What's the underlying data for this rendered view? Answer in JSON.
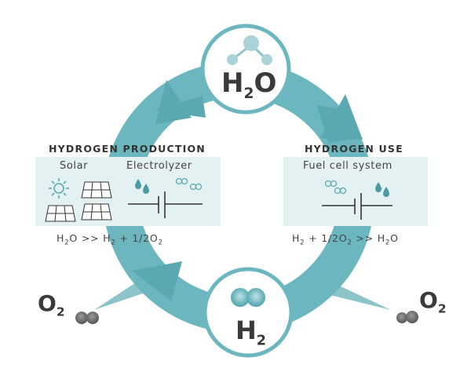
{
  "colors": {
    "ring": "#6cb7bf",
    "ring_dark": "#5aa9b2",
    "panel": "#e4f1f2",
    "node_stroke": "#6cb7bf",
    "text": "#3a3a3a",
    "molecule": "#8cc4ca",
    "oxygen": "#777777"
  },
  "top_node": {
    "formula_main": "H",
    "formula_sub": "2",
    "formula_tail": "O",
    "icon": "water-molecule-icon"
  },
  "bottom_node": {
    "formula_main": "H",
    "formula_sub": "2",
    "icon": "hydrogen-molecule-icon"
  },
  "left": {
    "title": "HYDROGEN PRODUCTION",
    "col1": "Solar",
    "col2": "Electrolyzer",
    "equation": {
      "a": "H",
      "a_sub": "2",
      "b": "O >> H",
      "b_sub": "2",
      "c": " + 1/2O",
      "c_sub": "2"
    },
    "icons": [
      "sun-icon",
      "solar-panel-icon",
      "water-drops-icon",
      "gas-bubbles-icon",
      "electrolyzer-cell-icon"
    ]
  },
  "right": {
    "title": "HYDROGEN USE",
    "col1": "Fuel cell system",
    "equation": {
      "a": "H",
      "a_sub": "2",
      "b": " + 1/2O",
      "b_sub": "2",
      "c": " >> H",
      "c_sub": "2",
      "d": "O"
    },
    "icons": [
      "gas-bubbles-icon",
      "water-drops-icon",
      "fuel-cell-icon"
    ]
  },
  "oxygen_left": {
    "main": "O",
    "sub": "2"
  },
  "oxygen_right": {
    "main": "O",
    "sub": "2"
  }
}
